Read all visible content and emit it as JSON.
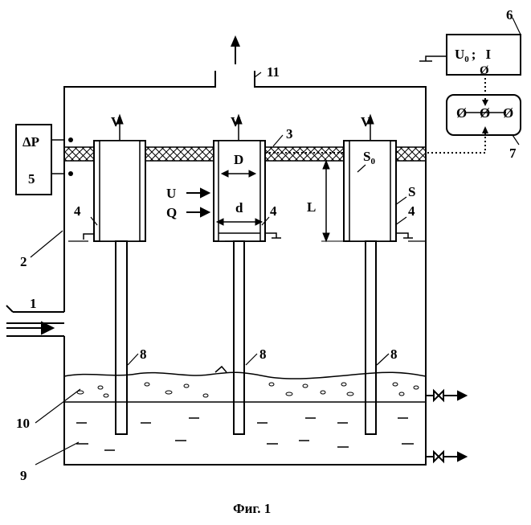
{
  "labels": {
    "n1": "1",
    "n2": "2",
    "n3": "3",
    "n4": "4",
    "n5": "5",
    "n6": "6",
    "n7": "7",
    "n8": "8",
    "n9": "9",
    "n10": "10",
    "n11": "11",
    "v": "V",
    "dp": "ΔP",
    "D": "D",
    "d": "d",
    "U": "U",
    "Q": "Q",
    "L": "L",
    "S0": "S",
    "S0_sub": "0",
    "S": "S",
    "power_U": "U",
    "power_U_sub": "0",
    "power_sep": ";",
    "power_I": "I",
    "switch_symbol": "Ø",
    "caption": "Фиг. 1"
  }
}
